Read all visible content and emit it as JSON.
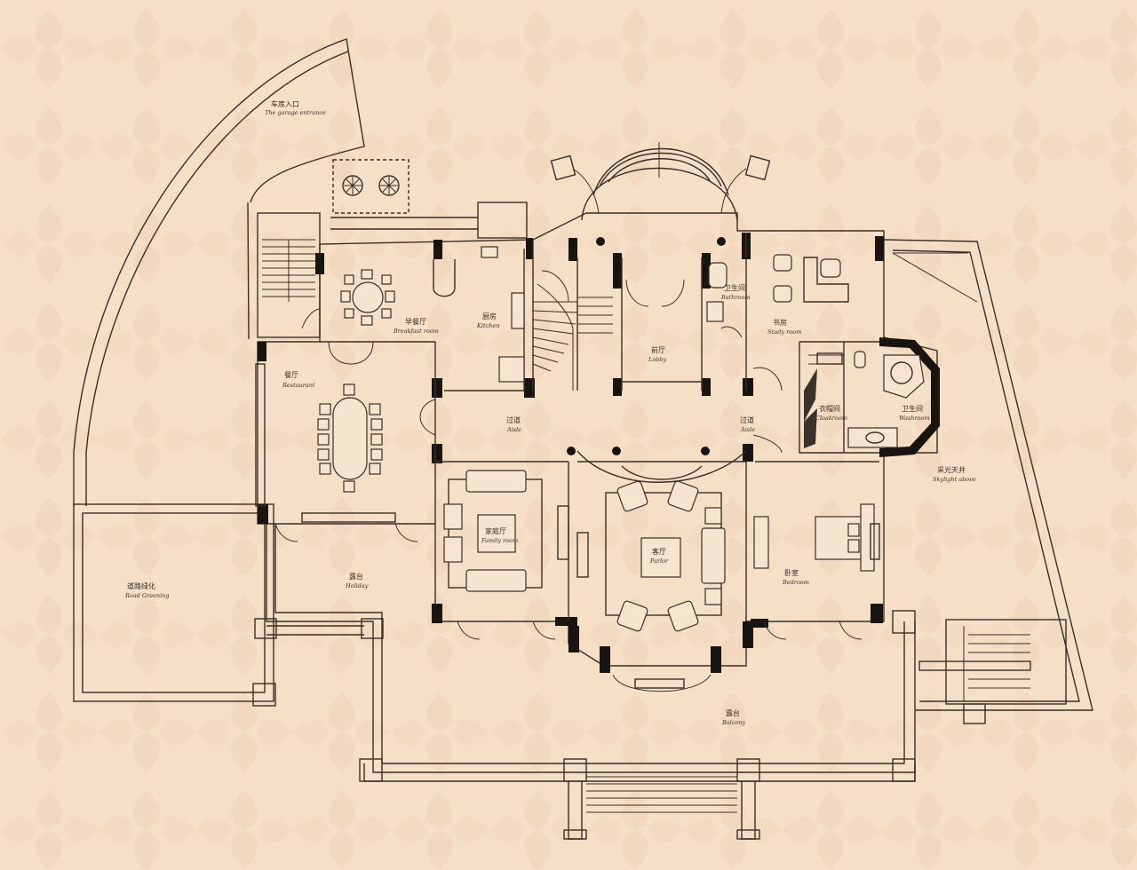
{
  "plan": {
    "rooms": [
      {
        "key": "garage",
        "zh": "车库入口",
        "en": "The garage entrance"
      },
      {
        "key": "dining",
        "zh": "早餐厅",
        "en": "Breakfast room"
      },
      {
        "key": "kitchen",
        "zh": "厨房",
        "en": "Kitchen"
      },
      {
        "key": "restaurant",
        "zh": "餐厅",
        "en": "Restaurant"
      },
      {
        "key": "lobby",
        "zh": "前厅",
        "en": "Lobby"
      },
      {
        "key": "bathroom1",
        "zh": "卫生间",
        "en": "Bathroom"
      },
      {
        "key": "study",
        "zh": "书房",
        "en": "Study room"
      },
      {
        "key": "aisle1",
        "zh": "过道",
        "en": "Aisle"
      },
      {
        "key": "aisle2",
        "zh": "过道",
        "en": "Aisle"
      },
      {
        "key": "cloak",
        "zh": "衣帽间",
        "en": "Cloakroom"
      },
      {
        "key": "washroom",
        "zh": "卫生间",
        "en": "Washroom"
      },
      {
        "key": "family",
        "zh": "家庭厅",
        "en": "Family room"
      },
      {
        "key": "parlor",
        "zh": "客厅",
        "en": "Parlor"
      },
      {
        "key": "bedroom",
        "zh": "卧室",
        "en": "Bedroom"
      },
      {
        "key": "holiday",
        "zh": "露台",
        "en": "Holiday"
      },
      {
        "key": "road",
        "zh": "道路绿化",
        "en": "Road Greening"
      },
      {
        "key": "skylight",
        "zh": "采光天井",
        "en": "Skylight above"
      },
      {
        "key": "balcony",
        "zh": "露台",
        "en": "Balcony"
      }
    ]
  },
  "colors": {
    "background": "#f6dfc7",
    "ink": "#1a1410",
    "line": "#3a2e26"
  }
}
